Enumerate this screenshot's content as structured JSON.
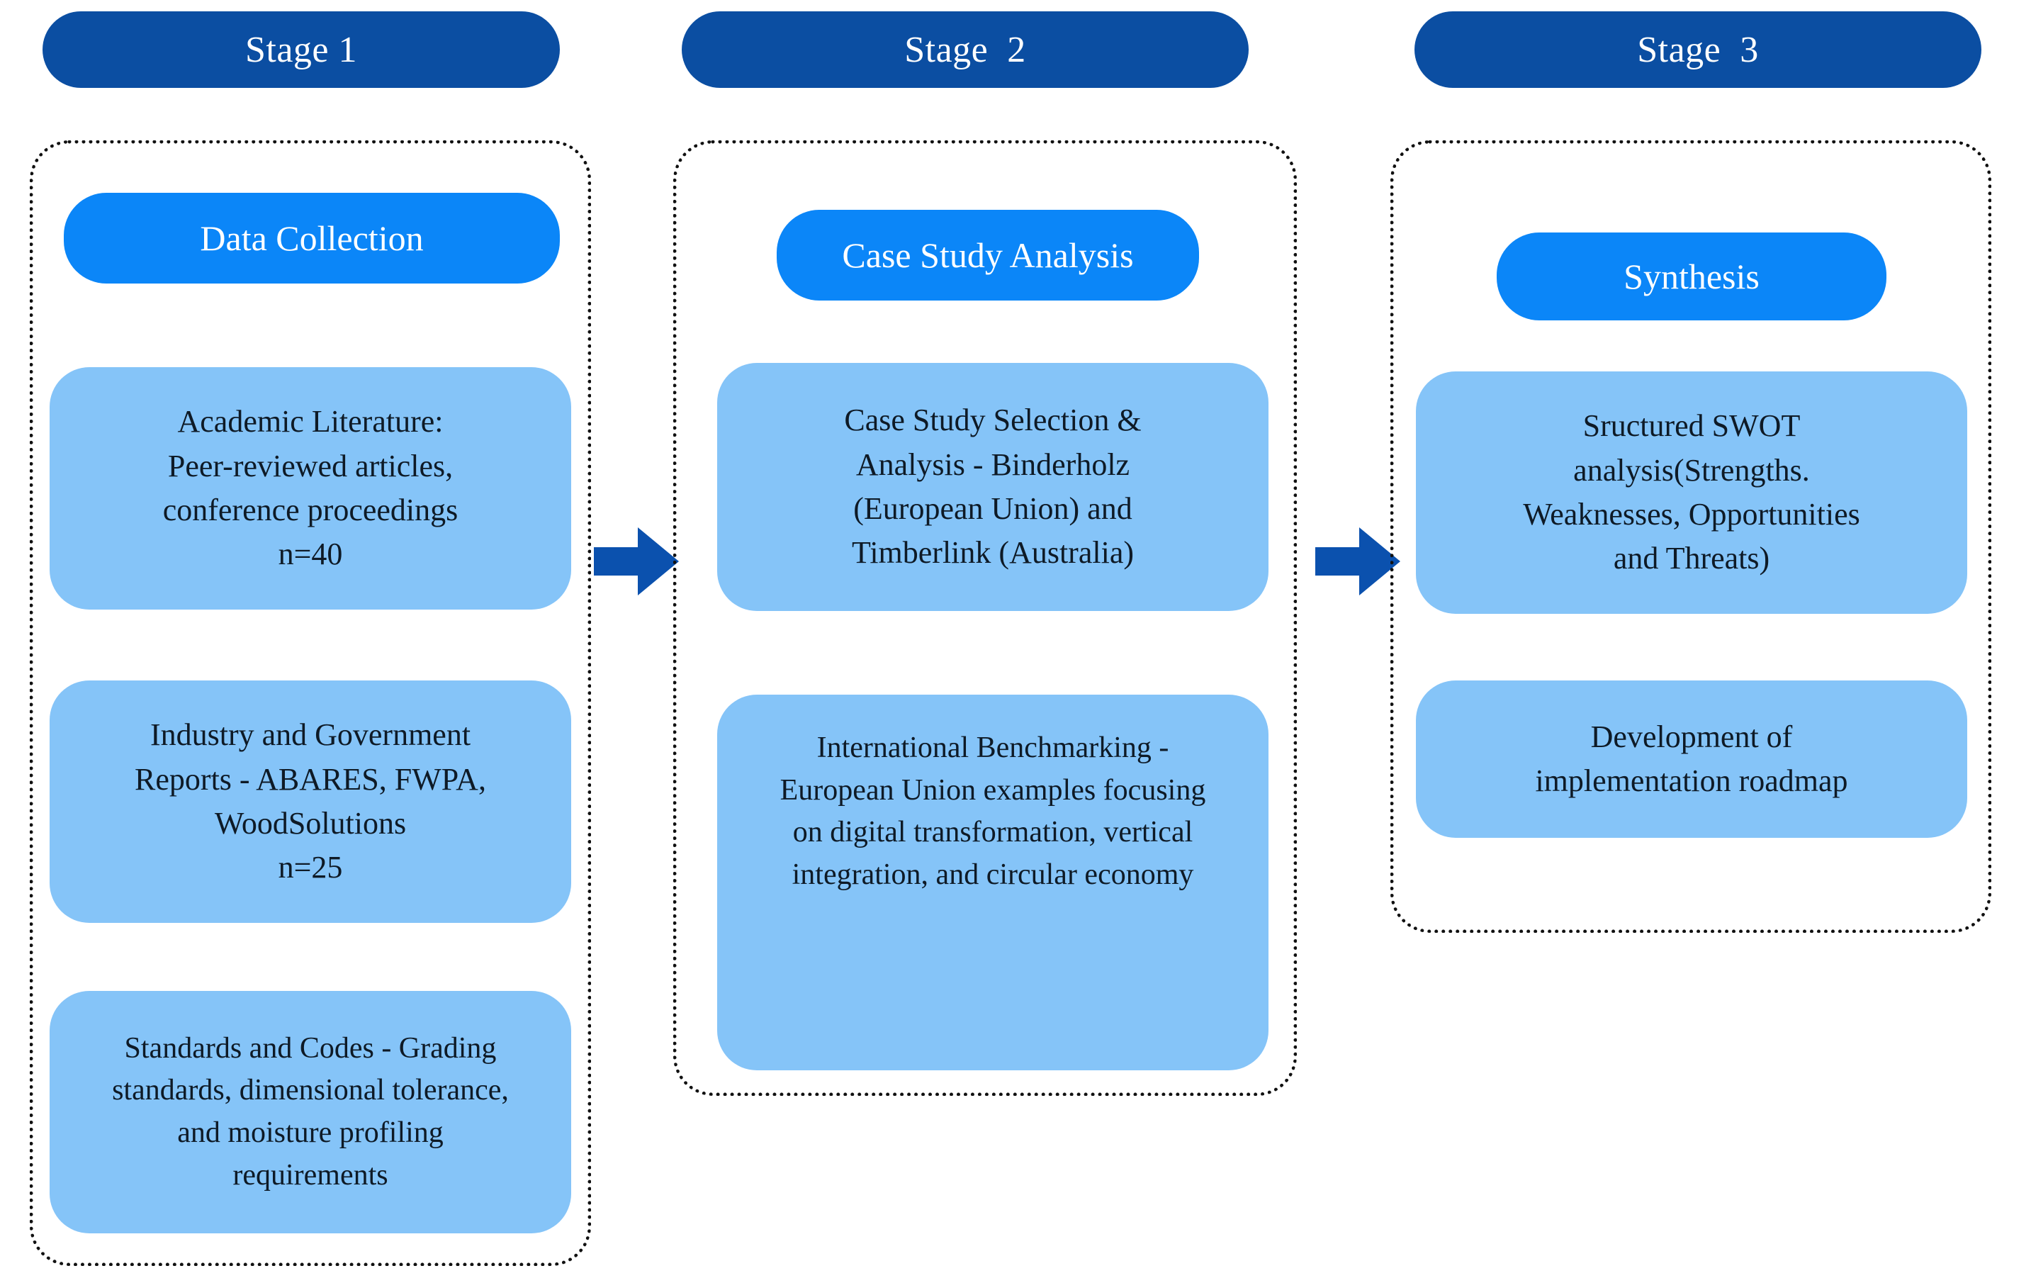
{
  "diagram": {
    "title": "Three-stage research methodology flow",
    "colors": {
      "header_blue": "#0b4ea2",
      "phase_blue": "#0b86f8",
      "box_blue": "#85c4f8",
      "arrow_blue": "#0b51ae",
      "dotted_border": "#111111",
      "header_text": "#ffffff",
      "box_text": "#0e1a26",
      "background": "#ffffff"
    },
    "stages": [
      {
        "header": "Stage 1",
        "phase": "Data Collection",
        "boxes": [
          "Academic Literature:\nPeer-reviewed articles,\nconference proceedings\nn=40",
          "Industry and Government\nReports - ABARES, FWPA,\nWoodSolutions\nn=25",
          "Standards and Codes - Grading\nstandards, dimensional tolerance,\nand moisture profiling\nrequirements"
        ]
      },
      {
        "header": "Stage  2",
        "phase": "Case Study Analysis",
        "boxes": [
          "Case Study Selection &\nAnalysis - Binderholz\n(European Union) and\nTimberlink (Australia)",
          "International Benchmarking -\nEuropean Union examples focusing\non digital transformation, vertical\nintegration, and circular economy"
        ]
      },
      {
        "header": "Stage  3",
        "phase": "Synthesis",
        "boxes": [
          "Sructured SWOT\nanalysis(Strengths.\nWeaknesses,  Opportunities\nand Threats)",
          "Development of\nimplementation roadmap"
        ]
      }
    ],
    "arrows": [
      {
        "name": "arrow-stage1-to-stage2",
        "direction": "right"
      },
      {
        "name": "arrow-stage2-to-stage3",
        "direction": "right"
      }
    ]
  }
}
